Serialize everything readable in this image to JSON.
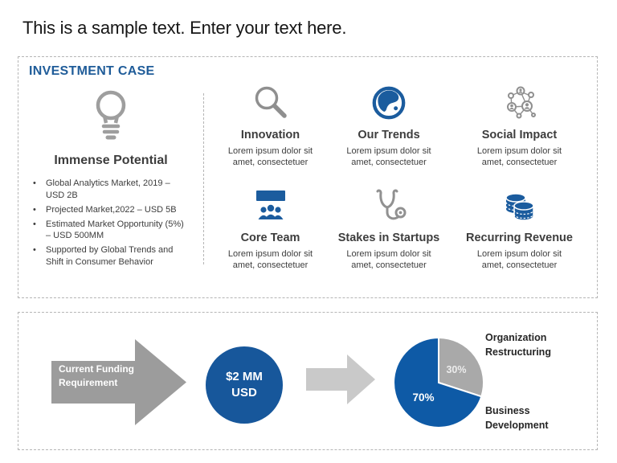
{
  "slide": {
    "title": "This is a sample text. Enter your text here."
  },
  "investment_case": {
    "heading": "INVESTMENT CASE",
    "left": {
      "title": "Immense Potential",
      "bullet_marker": "•",
      "bullets": [
        "Global Analytics Market, 2019 – USD 2B",
        "Projected Market,2022 – USD 5B",
        "Estimated Market Opportunity (5%) – USD 500MM",
        "Supported by Global Trends and Shift in Consumer Behavior"
      ]
    },
    "features": [
      {
        "icon": "magnifier-icon",
        "title": "Innovation",
        "body": "Lorem ipsum dolor sit amet, consectetuer"
      },
      {
        "icon": "globe-icon",
        "title": "Our Trends",
        "body": "Lorem ipsum dolor sit amet, consectetuer"
      },
      {
        "icon": "network-icon",
        "title": "Social Impact",
        "body": "Lorem ipsum dolor sit amet, consectetuer"
      },
      {
        "icon": "team-presentation-icon",
        "title": "Core Team",
        "body": "Lorem ipsum dolor sit amet, consectetuer"
      },
      {
        "icon": "stethoscope-icon",
        "title": "Stakes in Startups",
        "body": "Lorem ipsum dolor sit amet, consectetuer"
      },
      {
        "icon": "coins-icon",
        "title": "Recurring Revenue",
        "body": "Lorem ipsum dolor sit amet, consectetuer"
      }
    ]
  },
  "funding": {
    "arrow_label": "Current Funding Requirement",
    "amount_line1": "$2 MM",
    "amount_line2": "USD",
    "pie": {
      "pct_gray": "30%",
      "pct_blue": "70%",
      "label_gray": "Organization Restructuring",
      "label_blue": "Business Development"
    }
  },
  "colors": {
    "accent_blue": "#1f5c99",
    "icon_blue": "#1b5c9e",
    "icon_gray": "#8f8f8f",
    "arrow_gray": "#9c9c9c",
    "arrow_light_gray": "#c9c9c9",
    "pie_blue": "#0e5aa6",
    "pie_gray": "#a9a9a9",
    "circle_blue": "#17579b"
  },
  "chart_data": {
    "type": "pie",
    "title": "Current funding allocation",
    "labels": [
      "Organization Restructuring",
      "Business Development"
    ],
    "values": [
      30,
      70
    ],
    "colors": [
      "#a9a9a9",
      "#0e5aa6"
    ],
    "annotations": [
      "30%",
      "70%"
    ],
    "legend_position": "right-labels",
    "start_angle_deg": 0,
    "direction": "clockwise"
  }
}
